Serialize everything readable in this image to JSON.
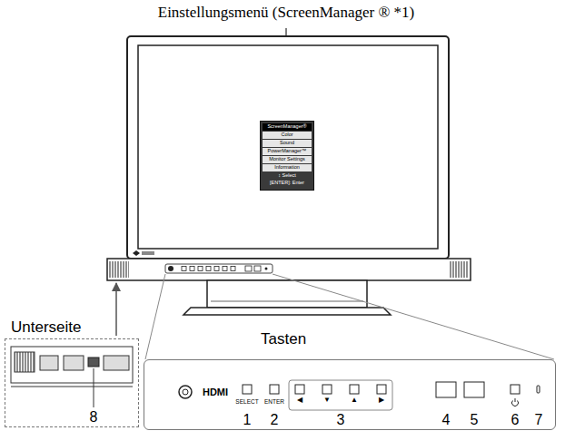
{
  "diagram": {
    "nodes": [
      {
        "text": [
          "ScreenManager®",
          "Color",
          "Sound",
          "PowerManager™",
          "Monitor Settings",
          "Information",
          "↕ Select",
          "[ENTER]: Enter"
        ]
      },
      {
        "text": [
          "Tasten"
        ]
      },
      {
        "text": [
          "Unterseite"
        ]
      }
    ],
    "labels": [
      "Einstellungsmenü (ScreenManager ® *1)",
      "HDMI",
      "SELECT",
      "ENTER",
      "◀",
      "▼",
      "▲",
      "▶",
      "1",
      "2",
      "3",
      "4",
      "5",
      "6",
      "7",
      "8"
    ]
  }
}
